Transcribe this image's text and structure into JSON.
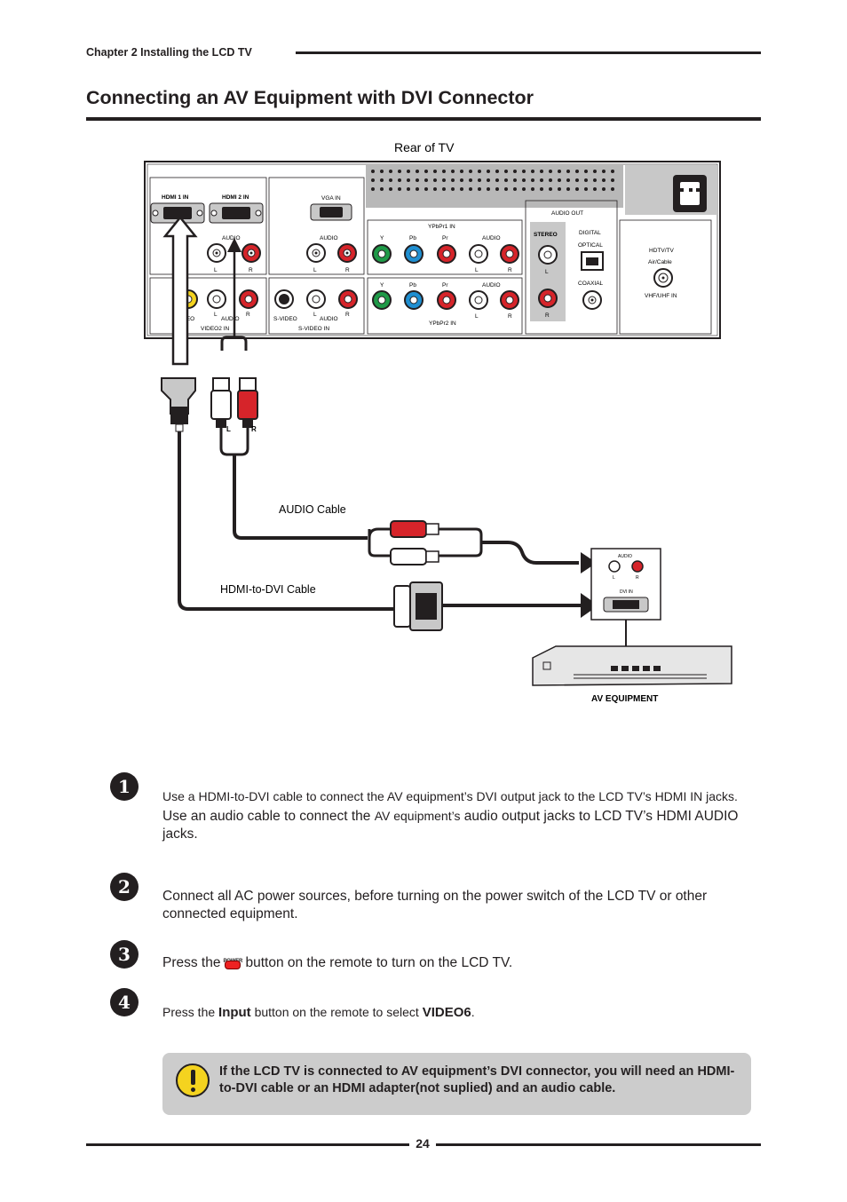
{
  "header": {
    "chapter": "Chapter 2 Installing the LCD TV",
    "title": "Connecting an AV Equipment with DVI Connector"
  },
  "diagram": {
    "rear_label": "Rear of TV",
    "hdmi1": "HDMI 1 IN",
    "hdmi2": "HDMI 2 IN",
    "vga": "VGA IN",
    "audio": "AUDIO",
    "L": "L",
    "R": "R",
    "ypbpr1": "YPbPr1 IN",
    "ypbpr2": "YPbPr2 IN",
    "Y": "Y",
    "Pb": "Pb",
    "Pr": "Pr",
    "audio_out": "AUDIO OUT",
    "stereo": "STEREO",
    "digital": "DIGITAL",
    "optical": "OPTICAL",
    "coaxial": "COAXIAL",
    "hdtv": "HDTV/TV",
    "air_cable": "Air/Cable",
    "vhf_uhf": "VHF/UHF IN",
    "video": "VIDEO",
    "video2in": "VIDEO2 IN",
    "svideo": "S-VIDEO",
    "svideo_in": "S-VIDEO IN",
    "audio_cable": "AUDIO Cable",
    "hdmi_dvi_cable": "HDMI-to-DVI Cable",
    "dvi_in": "DVI IN",
    "av_equipment": "AV EQUIPMENT"
  },
  "steps": [
    {
      "num": "1",
      "line1": "Use a HDMI-to-DVI cable to connect the AV equipment’s DVI output jack to the LCD TV’s HDMI IN jacks.",
      "line2a": "Use an audio cable to connect the ",
      "line2b": "AV equipment’s",
      "line2c": " audio output jacks to LCD TV’s HDMI AUDIO jacks."
    },
    {
      "num": "2",
      "text": "Connect all AC power sources, before turning on the power switch of the LCD TV or other connected equipment."
    },
    {
      "num": "3",
      "pre": "Press the",
      "icon_label": "POWER",
      "post": "button on the remote to turn on the LCD TV."
    },
    {
      "num": "4",
      "pre": "Press the ",
      "key": "Input",
      "mid": " button on the remote to select ",
      "target": "VIDEO6",
      "post": "."
    }
  ],
  "note": {
    "icon": "exclamation-icon",
    "text": "If the LCD TV is connected to AV equipment’s DVI connector,  you will need an HDMI-to-DVI cable or  an HDMI adapter(not suplied) and an audio cable."
  },
  "footer": {
    "page": "24"
  },
  "colors": {
    "warning_bg": "#cccccc",
    "warning_icon": "#f4d31f",
    "audio_red": "#d6242a"
  }
}
